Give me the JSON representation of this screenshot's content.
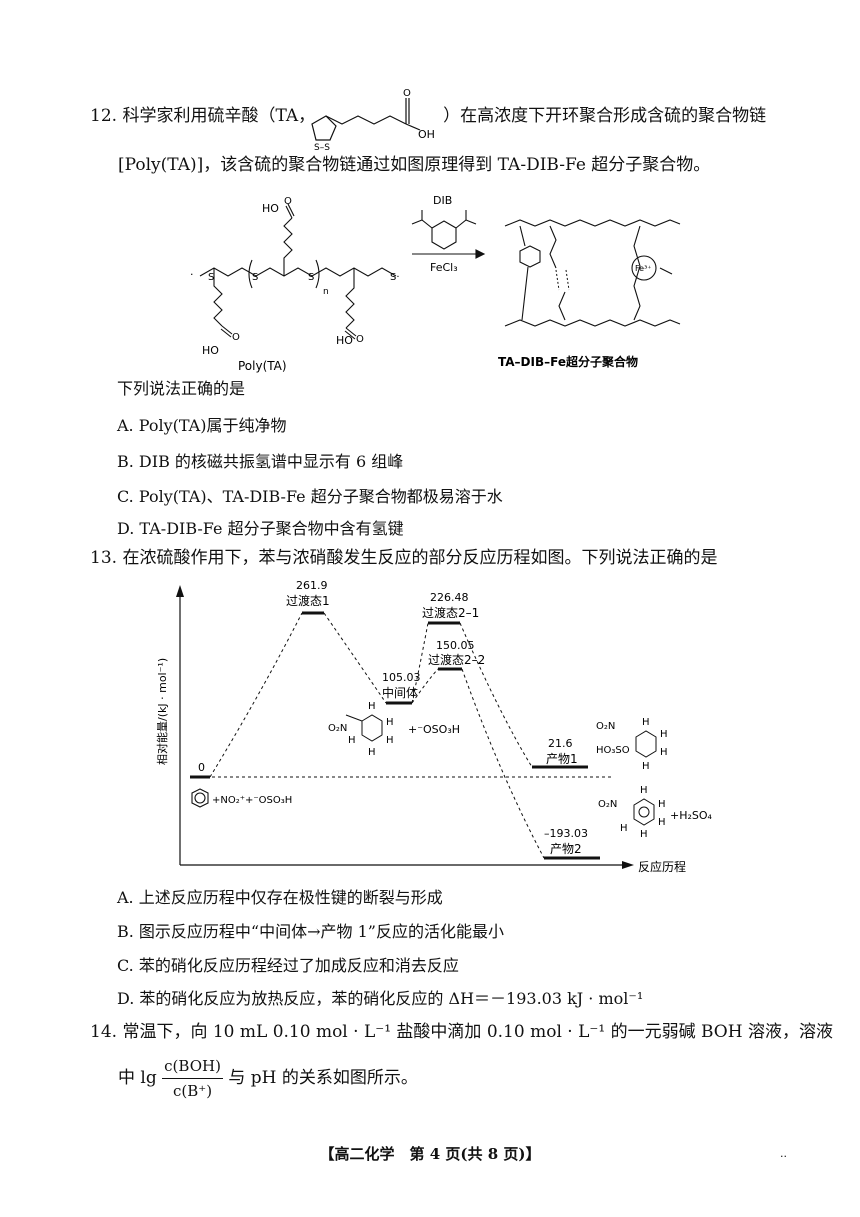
{
  "q12": {
    "line1_a": "12. 科学家利用硫辛酸（TA，",
    "line1_b": "）在高浓度下开环聚合形成含硫的聚合物链",
    "line2": "[Poly(TA)]，该含硫的聚合物链通过如图原理得到 TA-DIB-Fe 超分子聚合物。",
    "ta_oh": "OH",
    "ta_ss": "S–S",
    "reagent_top": "DIB",
    "reagent_bottom": "FeCl₃",
    "poly_label": "Poly(TA)",
    "product_label": "TA–DIB–Fe超分子聚合物",
    "ho_top": "HO",
    "ho_left": "HO",
    "ho_right": "HO",
    "n_sub": "n",
    "fe_label": "Fe³⁺",
    "stem": "下列说法正确的是",
    "options": [
      "A. Poly(TA)属于纯净物",
      "B. DIB 的核磁共振氢谱中显示有 6 组峰",
      "C. Poly(TA)、TA-DIB-Fe 超分子聚合物都极易溶于水",
      "D. TA-DIB-Fe 超分子聚合物中含有氢键"
    ]
  },
  "q13": {
    "stem": "13. 在浓硫酸作用下，苯与浓硝酸发生反应的部分反应历程如图。下列说法正确的是",
    "ylabel": "相对能量/(kJ · mol⁻¹)",
    "xlabel": "反应历程",
    "levels": [
      {
        "value": "0",
        "name": ""
      },
      {
        "value": "261.9",
        "name": "过渡态1"
      },
      {
        "value": "105.03",
        "name": "中间体"
      },
      {
        "value": "226.48",
        "name": "过渡态2–1"
      },
      {
        "value": "150.05",
        "name": "过渡态2–2"
      },
      {
        "value": "21.6",
        "name": "产物1"
      },
      {
        "value": "–193.03",
        "name": "产物2"
      }
    ],
    "reactants": "+NO₂⁺+⁻OSO₃H",
    "intermediate_add": "+⁻OSO₃H",
    "product2_add": "+H₂SO₄",
    "no2": "O₂N",
    "hso3": "HO₃SO",
    "h": "H",
    "options": [
      "A. 上述反应历程中仅存在极性键的断裂与形成",
      "B. 图示反应历程中“中间体→产物 1”反应的活化能最小",
      "C. 苯的硝化反应历程经过了加成反应和消去反应",
      "D. 苯的硝化反应为放热反应，苯的硝化反应的 ΔH＝－193.03 kJ · mol⁻¹"
    ]
  },
  "q14": {
    "line1": "14. 常温下，向 10 mL 0.10 mol · L⁻¹ 盐酸中滴加 0.10 mol · L⁻¹ 的一元弱碱 BOH 溶液，溶液",
    "line2_a": "中 lg",
    "frac_num": "c(BOH)",
    "frac_den": "c(B⁺)",
    "line2_b": "与 pH 的关系如图所示。"
  },
  "footer": "【高二化学　第 4 页(共 8 页)】",
  "corner_mark": "··"
}
